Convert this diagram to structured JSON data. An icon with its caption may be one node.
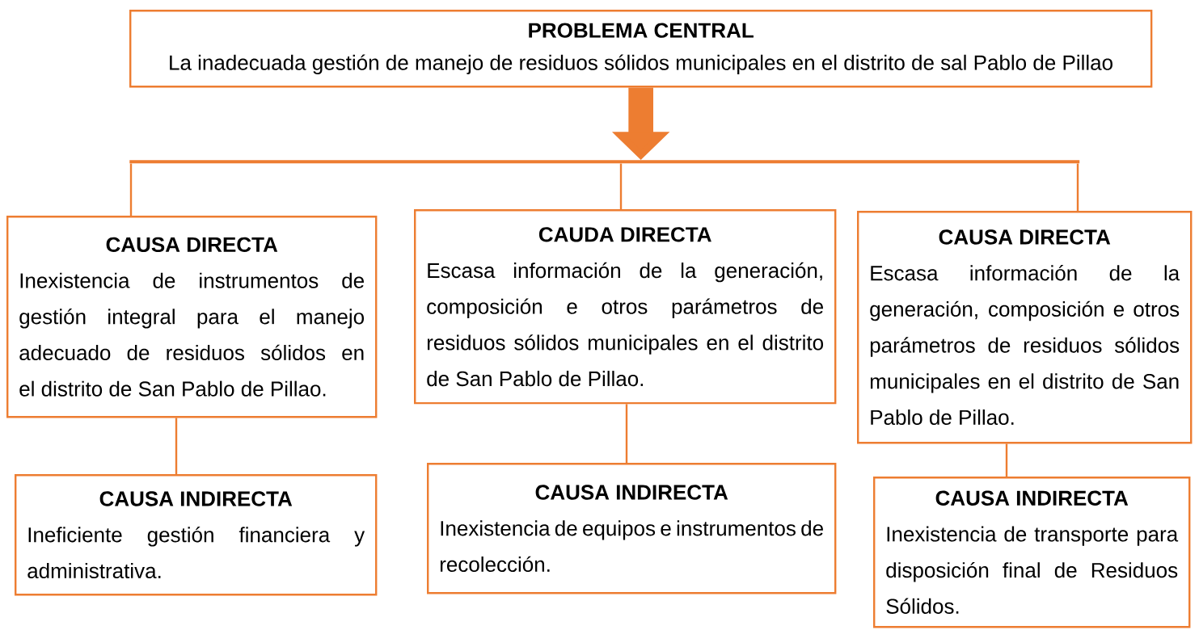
{
  "diagram": {
    "nodes": [
      {
        "text": [
          "PROBLEMA CENTRAL",
          "La inadecuada gestión de manejo de residuos sólidos municipales en el distrito de sal Pablo de Pillao"
        ]
      },
      {
        "text": [],
        "shape": "bar"
      },
      {
        "text": [
          "CAUSA DIRECTA",
          "Inexistencia de instrumentos de gestión integral para el manejo adecuado de residuos sólidos en el distrito de San Pablo de Pillao."
        ]
      },
      {
        "text": [
          "CAUDA DIRECTA",
          "Escasa información de la generación, composición e otros parámetros de residuos sólidos municipales en el distrito de San Pablo de Pillao."
        ]
      },
      {
        "text": [
          "CAUSA DIRECTA",
          "Escasa información de la generación, composición e otros parámetros de residuos sólidos municipales en el distrito de San Pablo de Pillao."
        ]
      },
      {
        "text": [
          "CAUSA INDIRECTA",
          "Ineficiente gestión financiera y administrativa."
        ]
      },
      {
        "text": [
          "CAUSA INDIRECTA",
          "Inexistencia de equipos e instrumentos de recolección."
        ]
      },
      {
        "text": [
          "CAUSA INDIRECTA",
          "Inexistencia de transporte para disposición final de Residuos Sólidos."
        ]
      }
    ],
    "edges": [
      {
        "from": 0,
        "to": 1,
        "arrow": "to",
        "style": "thick"
      },
      {
        "from": 1,
        "to": 2,
        "arrow": "none"
      },
      {
        "from": 1,
        "to": 3,
        "arrow": "none"
      },
      {
        "from": 1,
        "to": 4,
        "arrow": "none"
      },
      {
        "from": 2,
        "to": 5,
        "arrow": "none"
      },
      {
        "from": 3,
        "to": 6,
        "arrow": "none"
      },
      {
        "from": 4,
        "to": 7,
        "arrow": "none"
      }
    ]
  }
}
